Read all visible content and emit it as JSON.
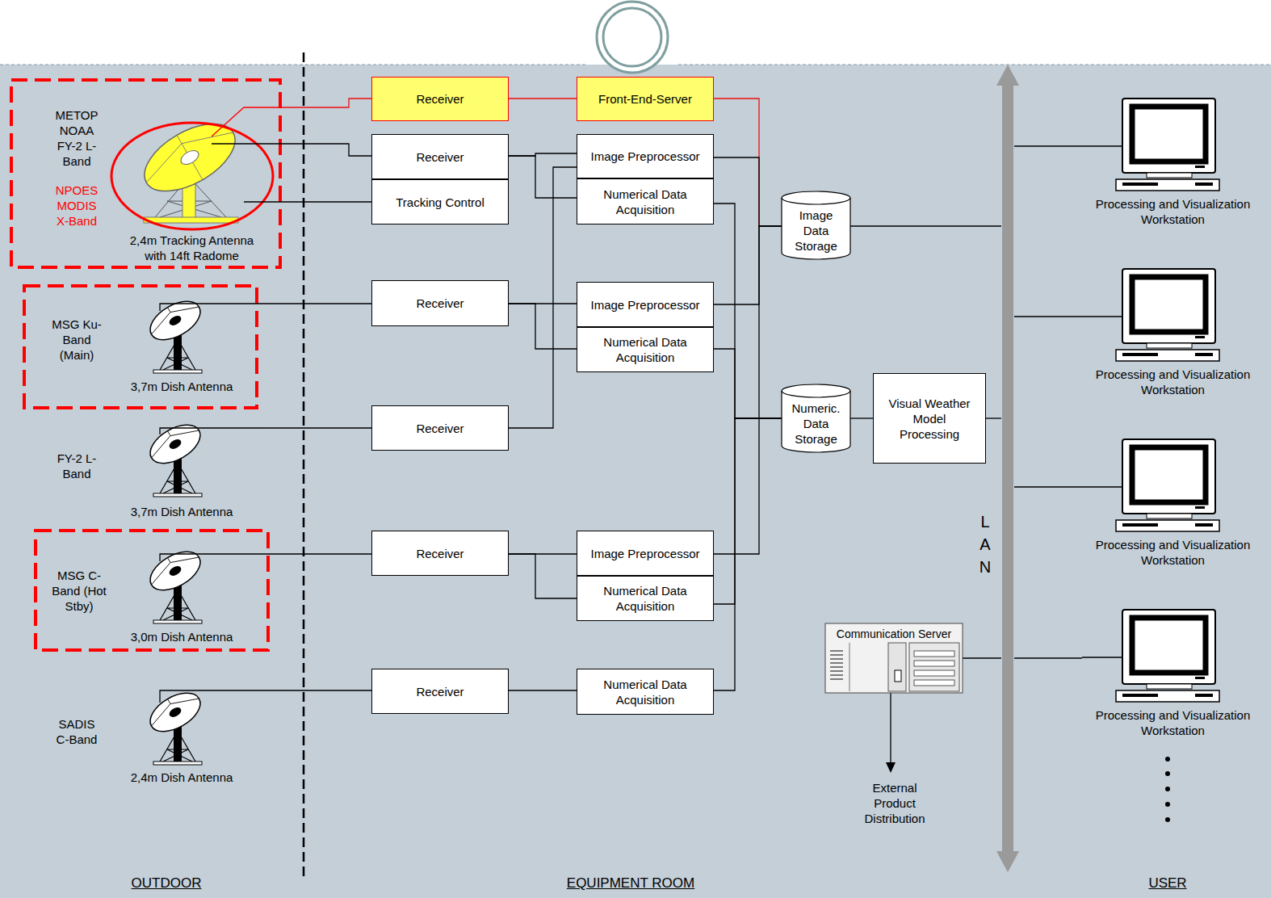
{
  "diagram": {
    "nodes": [
      {
        "text": [
          "METOP NOAA FY-2 L-Band",
          "NPOES MODIS X-Band",
          "2,4m Tracking Antenna with 14ft Radome"
        ]
      },
      {
        "text": [
          "MSG Ku-Band (Main)",
          "3,7m Dish Antenna"
        ]
      },
      {
        "text": [
          "FY-2 L-Band",
          "3,7m Dish Antenna"
        ]
      },
      {
        "text": [
          "MSG C-Band (Hot Stby)",
          "3,0m Dish Antenna"
        ]
      },
      {
        "text": [
          "SADIS C-Band",
          "2,4m Dish Antenna"
        ]
      },
      {
        "text": [
          "Receiver"
        ]
      },
      {
        "text": [
          "Front-End-Server"
        ]
      },
      {
        "text": [
          "Receiver"
        ]
      },
      {
        "text": [
          "Tracking Control"
        ]
      },
      {
        "text": [
          "Image Preprocessor"
        ]
      },
      {
        "text": [
          "Numerical Data Acquisition"
        ]
      },
      {
        "text": [
          "Receiver"
        ]
      },
      {
        "text": [
          "Image Preprocessor"
        ]
      },
      {
        "text": [
          "Numerical Data Acquisition"
        ]
      },
      {
        "text": [
          "Receiver"
        ]
      },
      {
        "text": [
          "Receiver"
        ]
      },
      {
        "text": [
          "Image Preprocessor"
        ]
      },
      {
        "text": [
          "Numerical Data Acquisition"
        ]
      },
      {
        "text": [
          "Receiver"
        ]
      },
      {
        "text": [
          "Numerical Data Acquisition"
        ]
      },
      {
        "text": [
          "Image Data Storage"
        ]
      },
      {
        "text": [
          "Numeric. Data Storage"
        ]
      },
      {
        "text": [
          "Visual Weather Model Processing"
        ]
      },
      {
        "text": [
          "Communication Server"
        ]
      },
      {
        "text": [
          "LAN"
        ]
      },
      {
        "text": [
          "Processing and Visualization Workstation"
        ]
      },
      {
        "text": [
          "Processing and Visualization Workstation"
        ]
      },
      {
        "text": [
          "Processing and Visualization Workstation"
        ]
      },
      {
        "text": [
          "Processing and Visualization Workstation"
        ]
      }
    ],
    "edges": [
      {
        "from": 0,
        "to": 5,
        "arrow": "none"
      },
      {
        "from": 5,
        "to": 6,
        "arrow": "none"
      },
      {
        "from": 6,
        "to": 20,
        "arrow": "none"
      },
      {
        "from": 0,
        "to": 7,
        "arrow": "none"
      },
      {
        "from": 0,
        "to": 8,
        "arrow": "none"
      },
      {
        "from": 7,
        "to": 9,
        "arrow": "none"
      },
      {
        "from": 7,
        "to": 10,
        "arrow": "none"
      },
      {
        "from": 14,
        "to": 9,
        "arrow": "none"
      },
      {
        "from": 1,
        "to": 11,
        "arrow": "none"
      },
      {
        "from": 11,
        "to": 12,
        "arrow": "none"
      },
      {
        "from": 11,
        "to": 13,
        "arrow": "none"
      },
      {
        "from": 2,
        "to": 14,
        "arrow": "none"
      },
      {
        "from": 3,
        "to": 15,
        "arrow": "none"
      },
      {
        "from": 15,
        "to": 16,
        "arrow": "none"
      },
      {
        "from": 15,
        "to": 17,
        "arrow": "none"
      },
      {
        "from": 4,
        "to": 18,
        "arrow": "none"
      },
      {
        "from": 18,
        "to": 19,
        "arrow": "none"
      },
      {
        "from": 9,
        "to": 20,
        "arrow": "none"
      },
      {
        "from": 12,
        "to": 20,
        "arrow": "none"
      },
      {
        "from": 16,
        "to": 20,
        "arrow": "none"
      },
      {
        "from": 10,
        "to": 21,
        "arrow": "none"
      },
      {
        "from": 13,
        "to": 21,
        "arrow": "none"
      },
      {
        "from": 17,
        "to": 21,
        "arrow": "none"
      },
      {
        "from": 19,
        "to": 21,
        "arrow": "none"
      },
      {
        "from": 20,
        "to": 24,
        "arrow": "none"
      },
      {
        "from": 21,
        "to": 22,
        "arrow": "none"
      },
      {
        "from": 22,
        "to": 24,
        "arrow": "none"
      },
      {
        "from": 23,
        "to": 24,
        "arrow": "none"
      },
      {
        "from": 24,
        "to": 25,
        "arrow": "none"
      },
      {
        "from": 24,
        "to": 26,
        "arrow": "none"
      },
      {
        "from": 24,
        "to": 27,
        "arrow": "none"
      },
      {
        "from": 24,
        "to": 28,
        "arrow": "none"
      }
    ],
    "labels": [
      "OUTDOOR",
      "EQUIPMENT ROOM",
      "USER",
      "External Product Distribution"
    ]
  }
}
